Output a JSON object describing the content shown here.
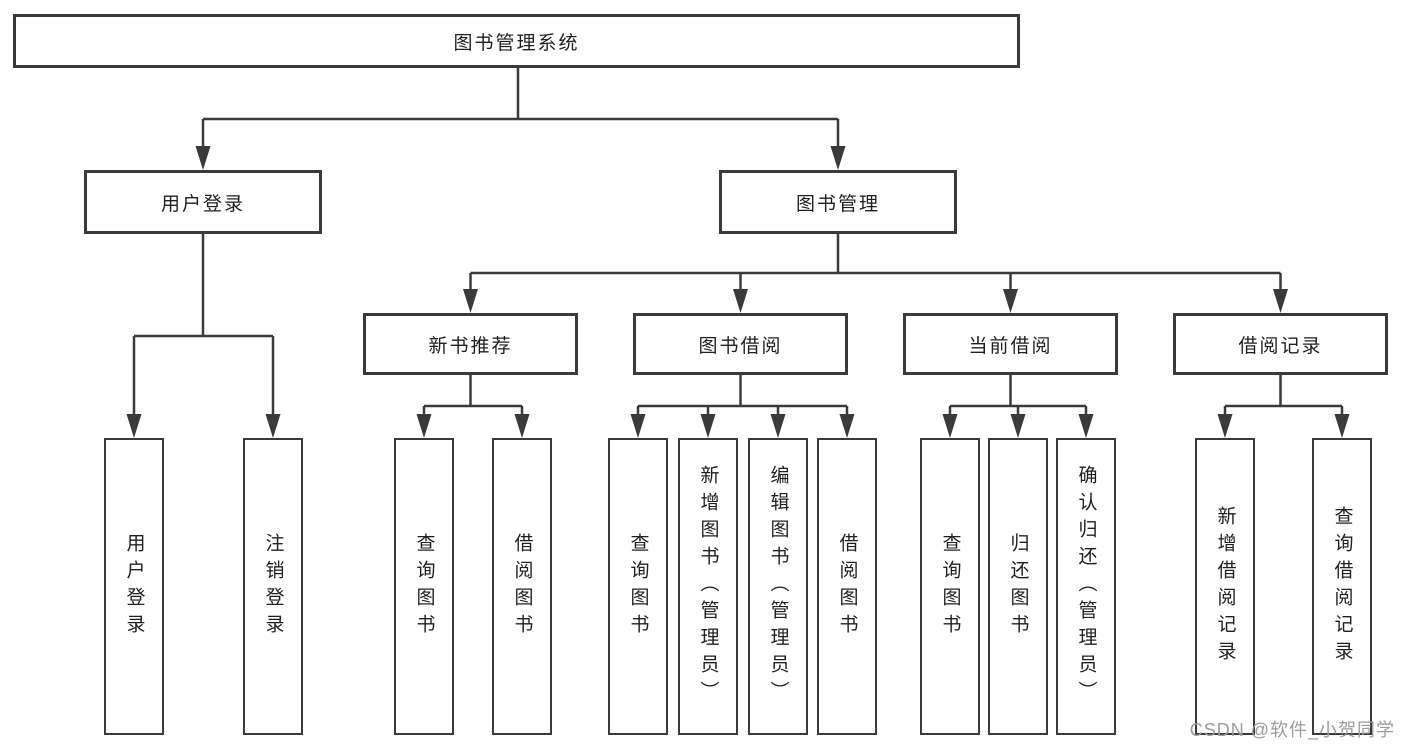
{
  "diagram": {
    "root": {
      "label": "图书管理系统"
    },
    "level2": [
      {
        "label": "用户登录"
      },
      {
        "label": "图书管理"
      }
    ],
    "level3": [
      {
        "label": "新书推荐"
      },
      {
        "label": "图书借阅"
      },
      {
        "label": "当前借阅"
      },
      {
        "label": "借阅记录"
      }
    ],
    "leaves": [
      {
        "label": "用户登录"
      },
      {
        "label": "注销登录"
      },
      {
        "label": "查询图书"
      },
      {
        "label": "借阅图书"
      },
      {
        "label": "查询图书"
      },
      {
        "label": "新增图书（管理员）"
      },
      {
        "label": "编辑图书（管理员）"
      },
      {
        "label": "借阅图书"
      },
      {
        "label": "查询图书"
      },
      {
        "label": "归还图书"
      },
      {
        "label": "确认归还（管理员）"
      },
      {
        "label": "新增借阅记录"
      },
      {
        "label": "查询借阅记录"
      }
    ]
  },
  "watermark": {
    "text": "CSDN @软件_小贺同学"
  },
  "colors": {
    "line": "#3a3a3a",
    "text": "#1f1f1f",
    "watermark_text": "#9c9c9c",
    "background": "#ffffff"
  }
}
